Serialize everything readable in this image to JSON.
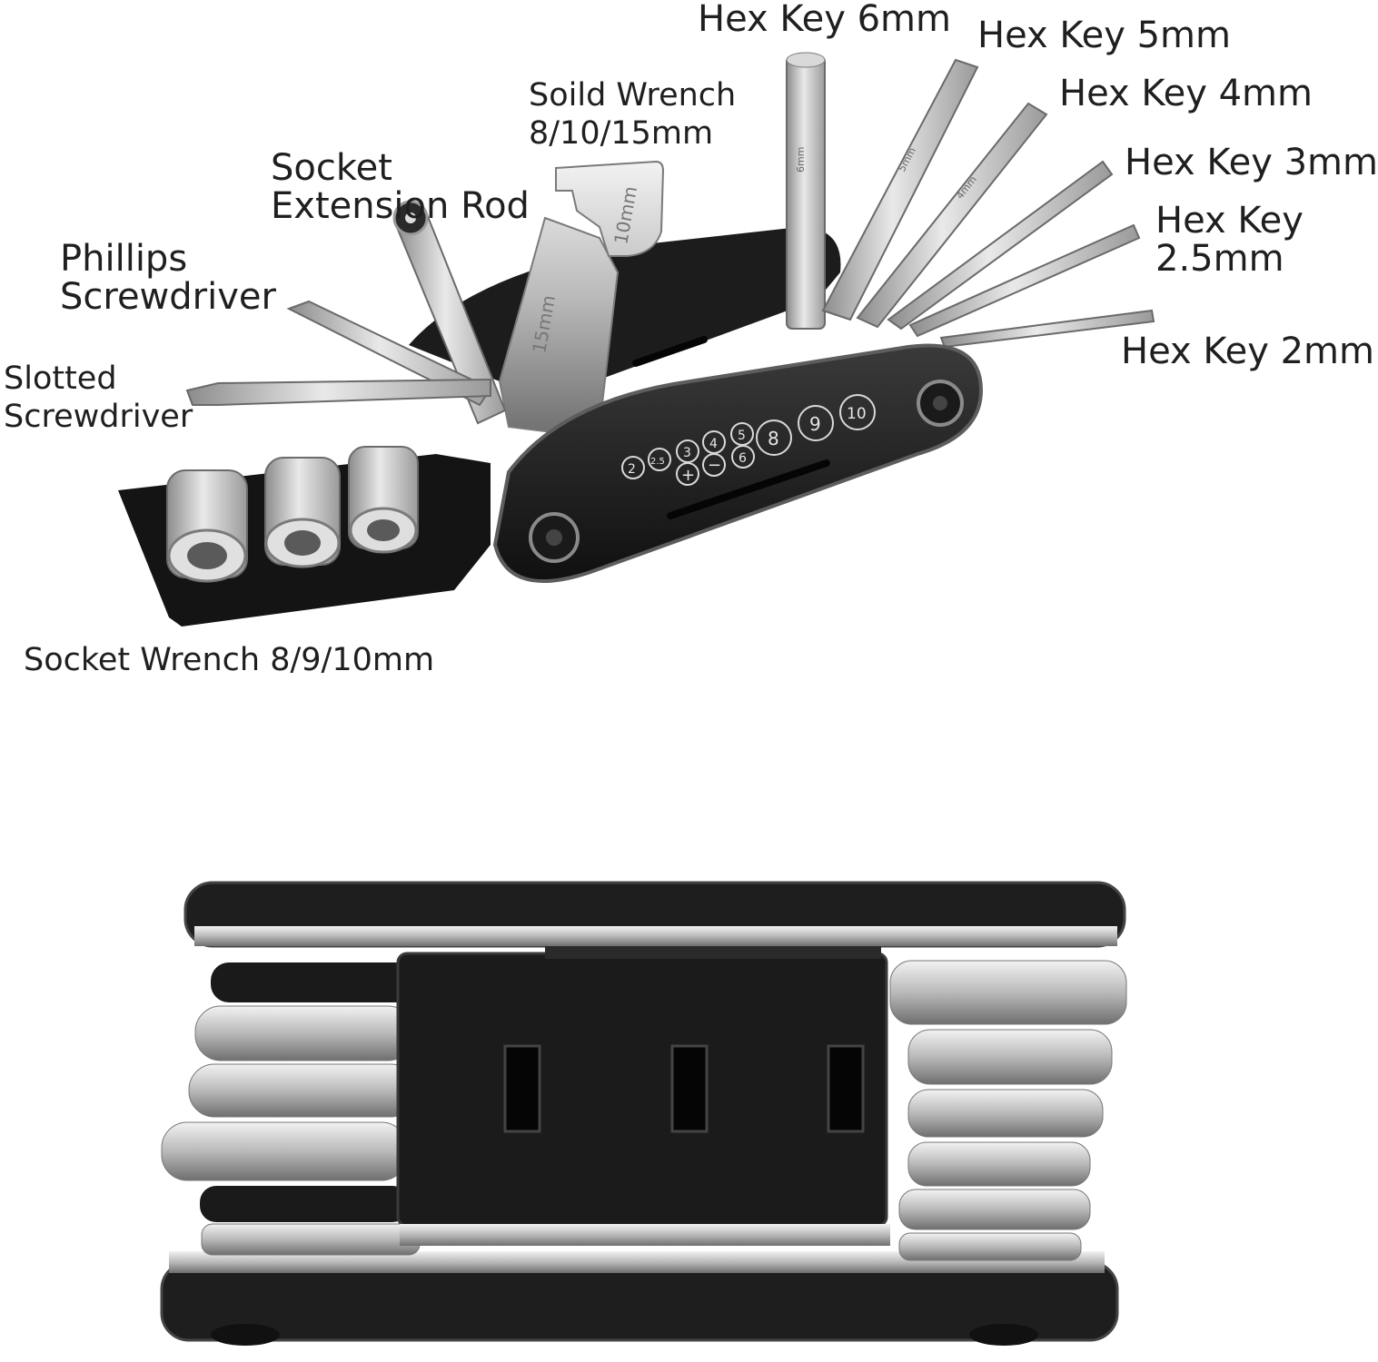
{
  "labels": {
    "hex6": "Hex Key 6mm",
    "hex5": "Hex Key 5mm",
    "hex4": "Hex Key 4mm",
    "hex3": "Hex Key 3mm",
    "hex25_line1": "Hex Key",
    "hex25_line2": "2.5mm",
    "hex2": "Hex Key 2mm",
    "solid_line1": "Soild Wrench",
    "solid_line2": "8/10/15mm",
    "socket_ext_line1": "Socket",
    "socket_ext_line2": "Extension Rod",
    "phillips_line1": "Phillips",
    "phillips_line2": "Screwdriver",
    "slotted_line1": "Slotted",
    "slotted_line2": "Screwdriver",
    "socket_wrench": "Socket Wrench 8/9/10mm"
  },
  "engraving": {
    "hex_sizes": [
      "2",
      "2.5",
      "3",
      "4",
      "5",
      "6"
    ],
    "big_sizes": [
      "8",
      "9",
      "10"
    ],
    "plus": "+",
    "minus": "−",
    "key_6": "6mm",
    "key_5": "5mm",
    "key_4": "4mm",
    "wrench_10": "10mm",
    "wrench_15": "15mm"
  }
}
